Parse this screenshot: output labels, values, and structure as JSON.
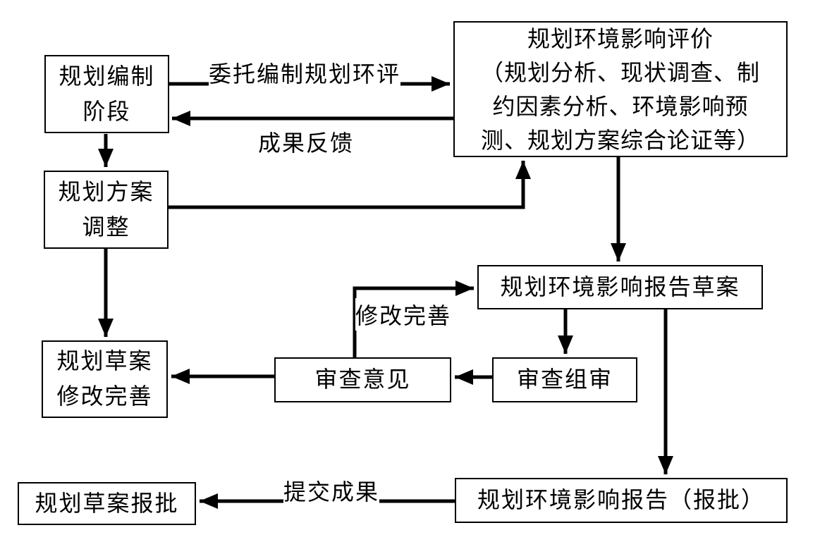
{
  "nodes": {
    "planning_stage": {
      "label": "规划编制\n阶段"
    },
    "plan_adjust": {
      "label": "规划方案\n调整"
    },
    "eia": {
      "label": "规划环境影响评价\n（规划分析、现状调查、制\n约因素分析、环境影响预\n测、规划方案综合论证等）"
    },
    "draft_report": {
      "label": "规划环境影响报告草案"
    },
    "review_group": {
      "label": "审查组审"
    },
    "review_opinion": {
      "label": "审查意见"
    },
    "draft_revise": {
      "label": "规划草案\n修改完善"
    },
    "draft_approval": {
      "label": "规划草案报批"
    },
    "report_approval": {
      "label": "规划环境影响报告（报批）"
    }
  },
  "edge_labels": {
    "commission": "委托编制规划环评",
    "feedback": "成果反馈",
    "revise": "修改完善",
    "submit": "提交成果"
  },
  "colors": {
    "line": "#000000",
    "box_border": "#000000",
    "text": "#000000",
    "background": "#ffffff"
  }
}
